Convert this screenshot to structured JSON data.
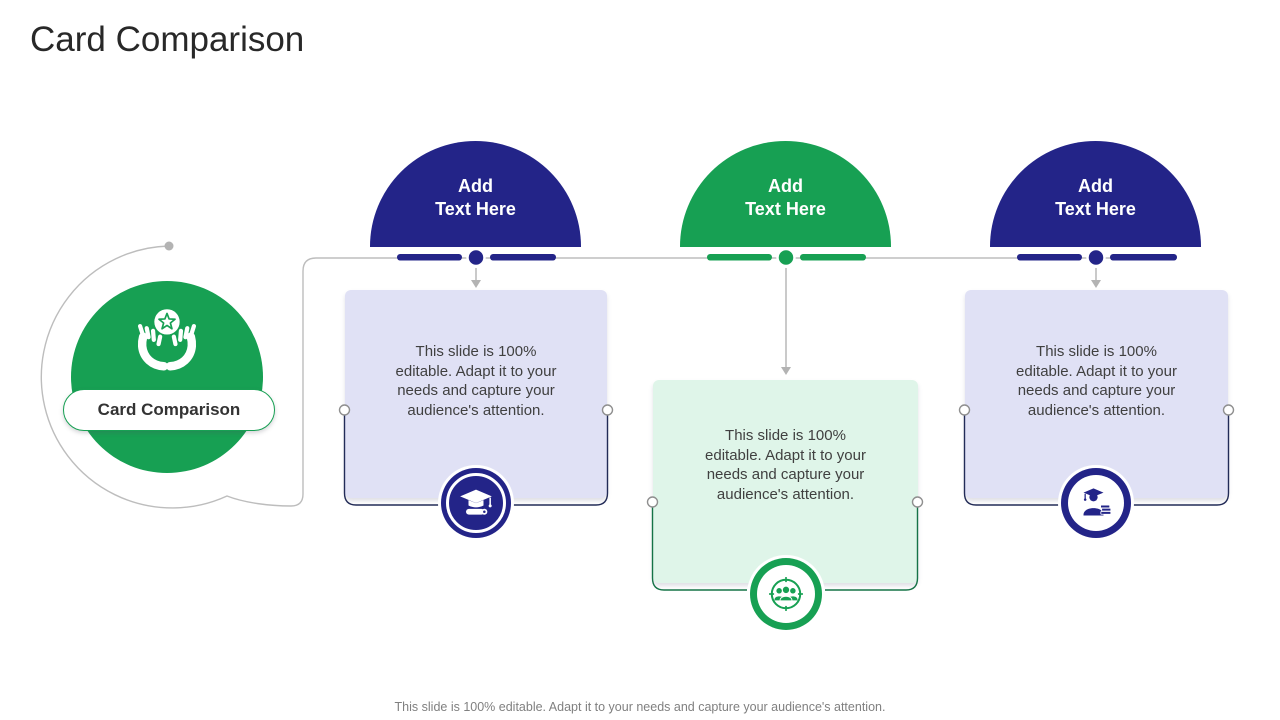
{
  "title": "Card Comparison",
  "hub": {
    "label": "Card Comparison",
    "icon": "hands-holding-star"
  },
  "columns": [
    {
      "header_line1": "Add",
      "header_line2": "Text Here",
      "body": "This slide is 100% editable. Adapt it to your needs and capture your audience's attention.",
      "icon": "graduation-cap",
      "theme": "navy"
    },
    {
      "header_line1": "Add",
      "header_line2": "Text Here",
      "body": "This slide is 100% editable. Adapt it to your needs and capture your audience's attention.",
      "icon": "audience-target",
      "theme": "green"
    },
    {
      "header_line1": "Add",
      "header_line2": "Text Here",
      "body": "This slide is 100% editable. Adapt it to your needs and capture your audience's attention.",
      "icon": "graduate-with-books",
      "theme": "navy"
    }
  ],
  "footer": "This slide is 100% editable. Adapt it to your needs and capture your audience's attention.",
  "colors": {
    "navy": "#232488",
    "green": "#17A053",
    "lavender": "#E0E1F5",
    "mint": "#DFF5E9",
    "dark-green": "#157347",
    "bracket-navy": "#222B57",
    "line": "#BDBDBD",
    "body-text": "#404040",
    "title-text": "#282828",
    "footer-text": "#808080"
  }
}
